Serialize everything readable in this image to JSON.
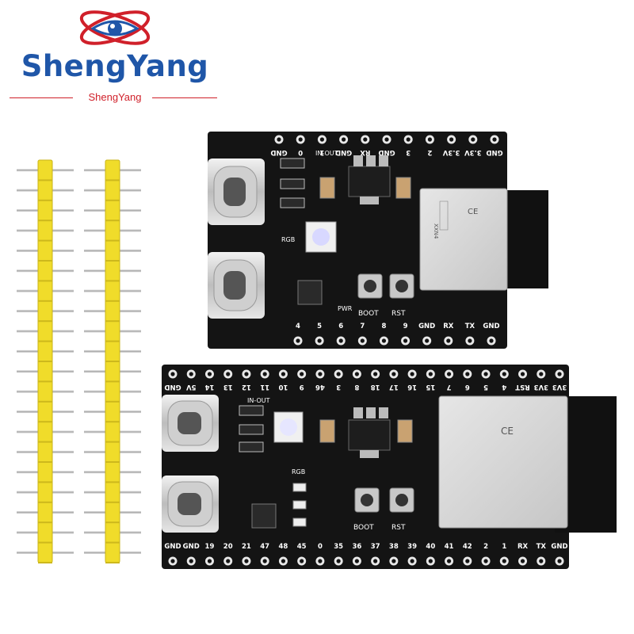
{
  "brand": {
    "name": "ShengYang",
    "tagline": "ShengYang",
    "colors": {
      "blue": "#1f56a8",
      "red": "#d0202a"
    }
  },
  "board_small": {
    "top_pins": [
      "GND",
      "0",
      "1",
      "GND",
      "RX",
      "GND",
      "3",
      "2",
      "3.3V",
      "3.3V",
      "GND"
    ],
    "bottom_pins": [
      "4",
      "5",
      "6",
      "7",
      "8",
      "9",
      "GND",
      "RX",
      "TX",
      "GND"
    ],
    "labels": {
      "in_out": "IN-OUT",
      "rgb": "RGB",
      "pwr": "PWR",
      "boot": "BOOT",
      "rst": "RST",
      "module_text": "XXN4",
      "ce": "CE"
    }
  },
  "board_large": {
    "top_pins": [
      "GND",
      "5V",
      "14",
      "13",
      "12",
      "11",
      "10",
      "9",
      "46",
      "3",
      "8",
      "18",
      "17",
      "16",
      "15",
      "7",
      "6",
      "5",
      "4",
      "RST",
      "3V3",
      "3V3"
    ],
    "bottom_pins": [
      "GND",
      "GND",
      "19",
      "20",
      "21",
      "47",
      "48",
      "45",
      "0",
      "35",
      "36",
      "37",
      "38",
      "39",
      "40",
      "41",
      "42",
      "2",
      "1",
      "RX",
      "TX",
      "GND"
    ],
    "labels": {
      "in_out": "IN-OUT",
      "rgb": "RGB",
      "boot": "BOOT",
      "rst": "RST",
      "ce": "CE"
    }
  },
  "headers": {
    "pin_count_each": 20
  }
}
